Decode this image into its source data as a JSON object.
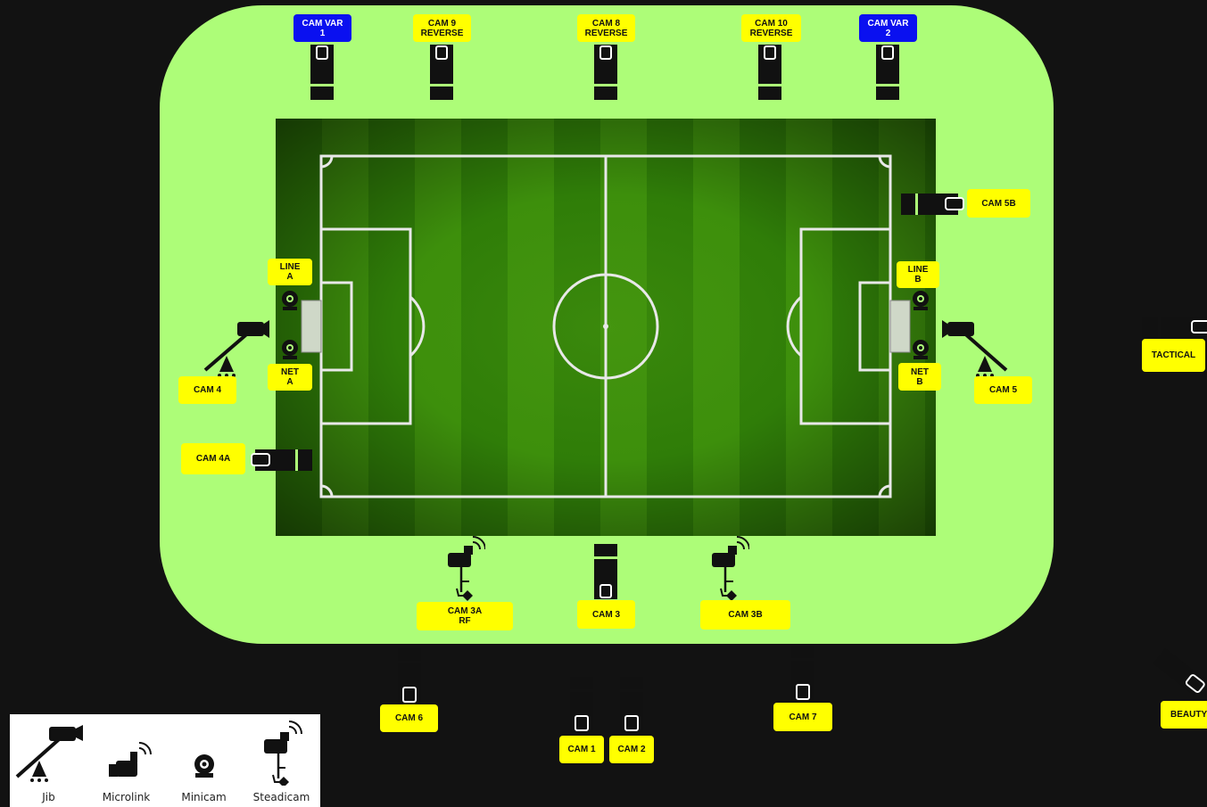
{
  "labels": {
    "cam_var1": "CAM VAR\n1",
    "cam9": "CAM 9\nREVERSE",
    "cam8": "CAM 8\nREVERSE",
    "cam10": "CAM 10\nREVERSE",
    "cam_var2": "CAM VAR\n2",
    "cam5b": "CAM 5B",
    "line_a": "LINE\nA",
    "net_a": "NET\nA",
    "line_b": "LINE\nB",
    "net_b": "NET\nB",
    "cam4": "CAM 4",
    "cam5": "CAM 5",
    "cam4a": "CAM 4A",
    "tactical": "TACTICAL",
    "cam3a": "CAM 3A\nRF",
    "cam3": "CAM 3",
    "cam3b": "CAM 3B",
    "cam6": "CAM 6",
    "cam1": "CAM 1",
    "cam2": "CAM 2",
    "cam7": "CAM 7",
    "beauty": "BEAUTY"
  },
  "legend": {
    "jib": "Jib",
    "microlink": "Microlink",
    "minicam": "Minicam",
    "steadicam": "Steadicam"
  },
  "colors": {
    "background": "#121212",
    "venue": "#adfd78",
    "label": "#ffff00",
    "var_label": "#0a10f0"
  }
}
